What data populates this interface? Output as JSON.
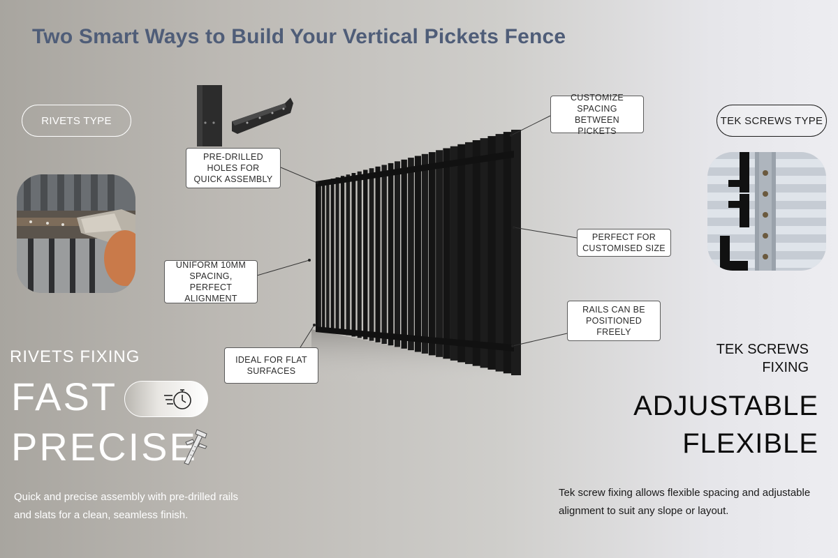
{
  "title": "Two Smart Ways to Build Your Vertical Pickets Fence",
  "left": {
    "pill_label": "RIVETS TYPE",
    "fixing_label": "RIVETS FIXING",
    "word1": "FAST",
    "word2": "PRECISE",
    "description": "Quick and precise assembly with pre-drilled rails and slats for a clean, seamless finish."
  },
  "right": {
    "pill_label": "TEK SCREWS TYPE",
    "fixing_label": "TEK SCREWS\nFIXING",
    "word1": "ADJUSTABLE",
    "word2": "FLEXIBLE",
    "description": "Tek screw fixing allows flexible spacing and adjustable alignment to suit any slope or layout."
  },
  "callouts": {
    "predrilled": "PRE-DRILLED\nHOLES FOR\nQUICK ASSEMBLY",
    "uniform": "UNIFORM 10MM\nSPACING, PERFECT\nALIGNMENT",
    "flat": "IDEAL FOR FLAT\nSURFACES",
    "customize": "CUSTOMIZE\nSPACING BETWEEN\nPICKETS",
    "size": "PERFECT FOR\nCUSTOMISED SIZE",
    "rails": "RAILS CAN BE\nPOSITIONED\nFREELY"
  },
  "icons": {
    "timer": "stopwatch-icon",
    "caliper": "caliper-icon"
  },
  "colors": {
    "title": "#4f5d78",
    "fence": "#1a1a1a"
  }
}
